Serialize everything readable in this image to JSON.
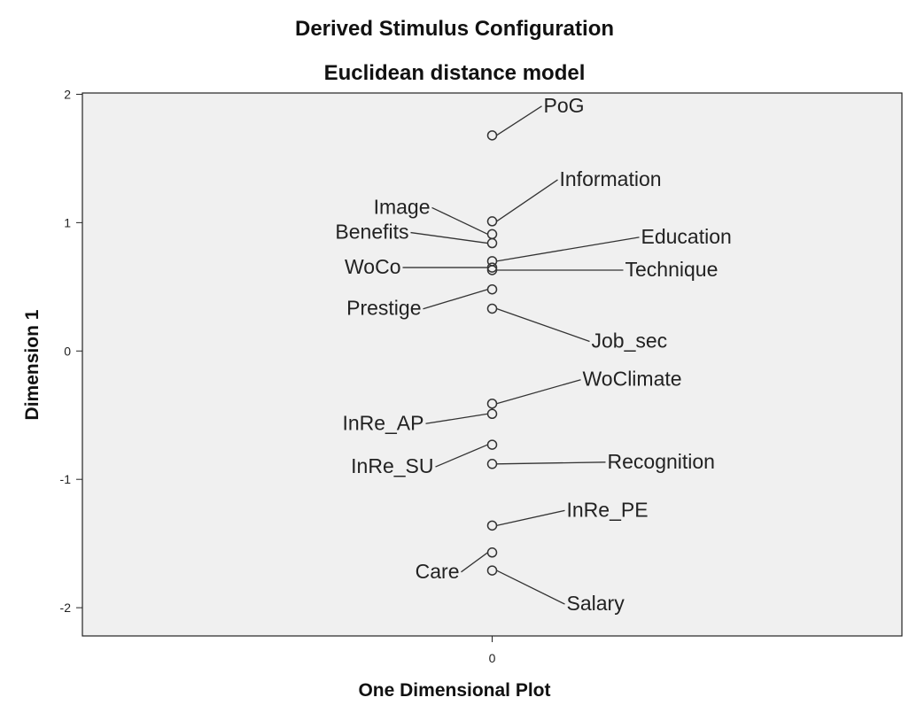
{
  "chart_data": {
    "type": "scatter",
    "title": "Derived Stimulus Configuration",
    "subtitle": "Euclidean distance model",
    "xlabel": "One Dimensional Plot",
    "ylabel": "Dimension 1",
    "xlim": [
      -1,
      1
    ],
    "ylim": [
      -2.22,
      2.01
    ],
    "x_ticks": [
      0
    ],
    "y_ticks": [
      -2,
      -1,
      0,
      1,
      2
    ],
    "grid": false,
    "legend": "none",
    "colors": {
      "plot_background": "#f0f0f0",
      "marker": "#333333",
      "text": "#222222"
    },
    "points": [
      {
        "label": "PoG",
        "x": 0,
        "y": 1.68
      },
      {
        "label": "Information",
        "x": 0,
        "y": 1.01
      },
      {
        "label": "Image",
        "x": 0,
        "y": 0.91
      },
      {
        "label": "Benefits",
        "x": 0,
        "y": 0.84
      },
      {
        "label": "Education",
        "x": 0,
        "y": 0.7
      },
      {
        "label": "WoCo",
        "x": 0,
        "y": 0.65
      },
      {
        "label": "Technique",
        "x": 0,
        "y": 0.63
      },
      {
        "label": "Prestige",
        "x": 0,
        "y": 0.48
      },
      {
        "label": "Job_sec",
        "x": 0,
        "y": 0.33
      },
      {
        "label": "WoClimate",
        "x": 0,
        "y": -0.41
      },
      {
        "label": "InRe_AP",
        "x": 0,
        "y": -0.49
      },
      {
        "label": "InRe_SU",
        "x": 0,
        "y": -0.73
      },
      {
        "label": "Recognition",
        "x": 0,
        "y": -0.88
      },
      {
        "label": "InRe_PE",
        "x": 0,
        "y": -1.36
      },
      {
        "label": "Care",
        "x": 0,
        "y": -1.57
      },
      {
        "label": "Salary",
        "x": 0,
        "y": -1.71
      }
    ]
  }
}
